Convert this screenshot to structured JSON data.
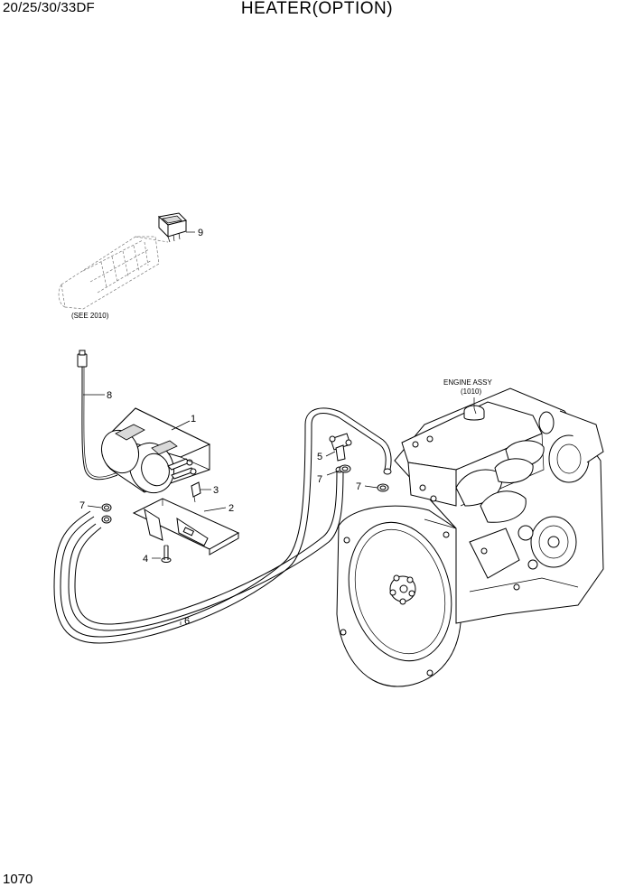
{
  "header": {
    "model": "20/25/30/33DF",
    "title": "HEATER(OPTION)"
  },
  "footer": {
    "page_number": "1070"
  },
  "references": {
    "see_2010": "(SEE 2010)",
    "engine_assy": "ENGINE ASSY",
    "engine_assy_ref": "(1010)"
  },
  "callouts": {
    "c1": "1",
    "c2": "2",
    "c3": "3",
    "c4": "4",
    "c5": "5",
    "c6": "6",
    "c7a": "7",
    "c7b": "7",
    "c7c": "7",
    "c8": "8",
    "c9": "9"
  }
}
